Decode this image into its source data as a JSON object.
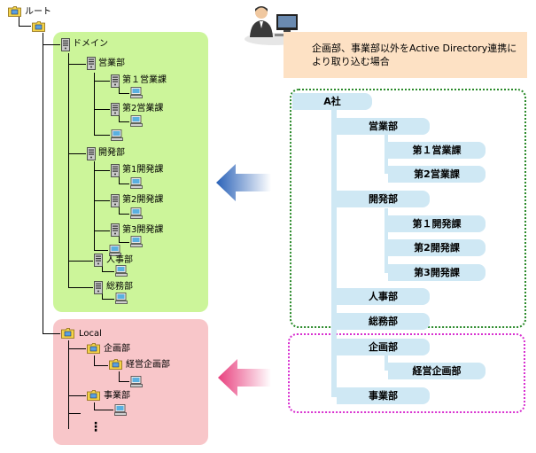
{
  "note": "企画部、事業部以外をActive Directory連携により取り込む場合",
  "tree": {
    "root": "ルート",
    "domain": "ドメイン",
    "eigyo": "営業部",
    "eigyo1": "第１営業課",
    "eigyo2": "第2営業課",
    "kaihatsu": "開発部",
    "kaihatsu1": "第1開発課",
    "kaihatsu2": "第2開発課",
    "kaihatsu3": "第3開発課",
    "jinji": "人事部",
    "somu": "総務部",
    "local": "Local",
    "kikaku": "企画部",
    "keiei": "経営企画部",
    "jigyo": "事業部",
    "more": "⋮"
  },
  "org": {
    "company": "A社",
    "eigyo": "営業部",
    "eigyo1": "第１営業課",
    "eigyo2": "第2営業課",
    "kaihatsu": "開発部",
    "kaihatsu1": "第１開発課",
    "kaihatsu2": "第2開発課",
    "kaihatsu3": "第3開発課",
    "jinji": "人事部",
    "somu": "総務部",
    "kikaku": "企画部",
    "keiei": "経営企画部",
    "jigyo": "事業部"
  },
  "colors": {
    "green_panel": "#ccf59a",
    "pink_panel": "#f8c6c9",
    "note_bg": "#fde1c4",
    "org_box": "#cfe8f4",
    "green_border": "#2a8a2a",
    "pink_border": "#d830d0",
    "arrow_blue": "#2f6bc0",
    "arrow_pink": "#e8508a"
  },
  "icons": {
    "folder": "folder-icon",
    "server": "server-icon",
    "pc": "computer-icon",
    "person": "person-at-computer-icon"
  }
}
